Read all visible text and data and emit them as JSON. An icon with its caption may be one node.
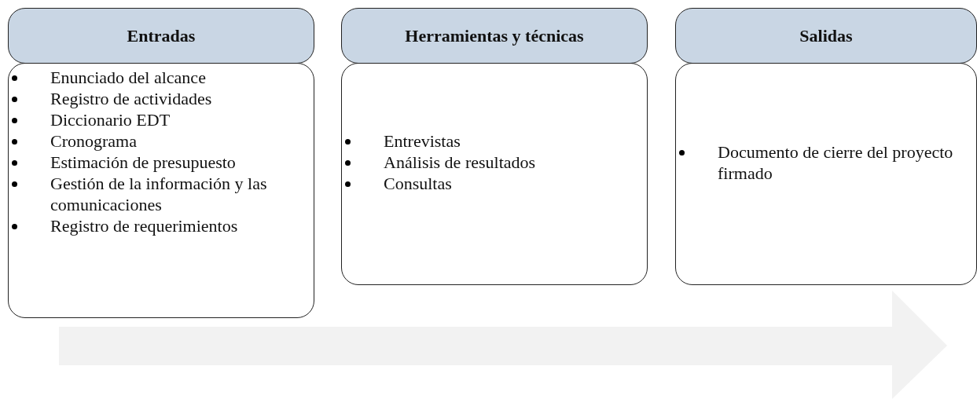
{
  "diagram": {
    "nodes": [
      {
        "text": [
          "Entradas"
        ]
      },
      {
        "text": [
          "Enunciado del alcance",
          "Registro de actividades",
          "Diccionario EDT",
          "Cronograma",
          "Estimación de presupuesto",
          "Gestión de la información y las comunicaciones",
          "Registro de requerimientos"
        ]
      },
      {
        "text": [
          "Herramientas y técnicas"
        ]
      },
      {
        "text": [
          "Entrevistas",
          "Análisis de resultados",
          "Consultas"
        ]
      },
      {
        "text": [
          "Salidas"
        ]
      },
      {
        "text": [
          "Documento de cierre del proyecto firmado"
        ]
      }
    ]
  }
}
